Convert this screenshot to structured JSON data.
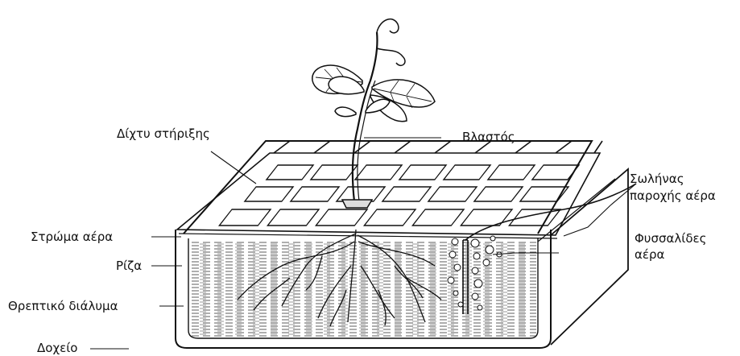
{
  "labels": {
    "support_net": "Δίχτυ στήριξης",
    "stem": "Βλαστός",
    "air_supply_tube_line1": "Σωλήνας",
    "air_supply_tube_line2": "παροχής αέρα",
    "air_layer": "Στρώμα αέρα",
    "root": "Ρίζα",
    "air_bubbles_line1": "Φυσσαλίδες",
    "air_bubbles_line2": "αέρα",
    "nutrient_solution": "Θρεπτικό διάλυμα",
    "container": "Δοχείο"
  },
  "colors": {
    "ink": "#111111",
    "background": "#ffffff"
  }
}
